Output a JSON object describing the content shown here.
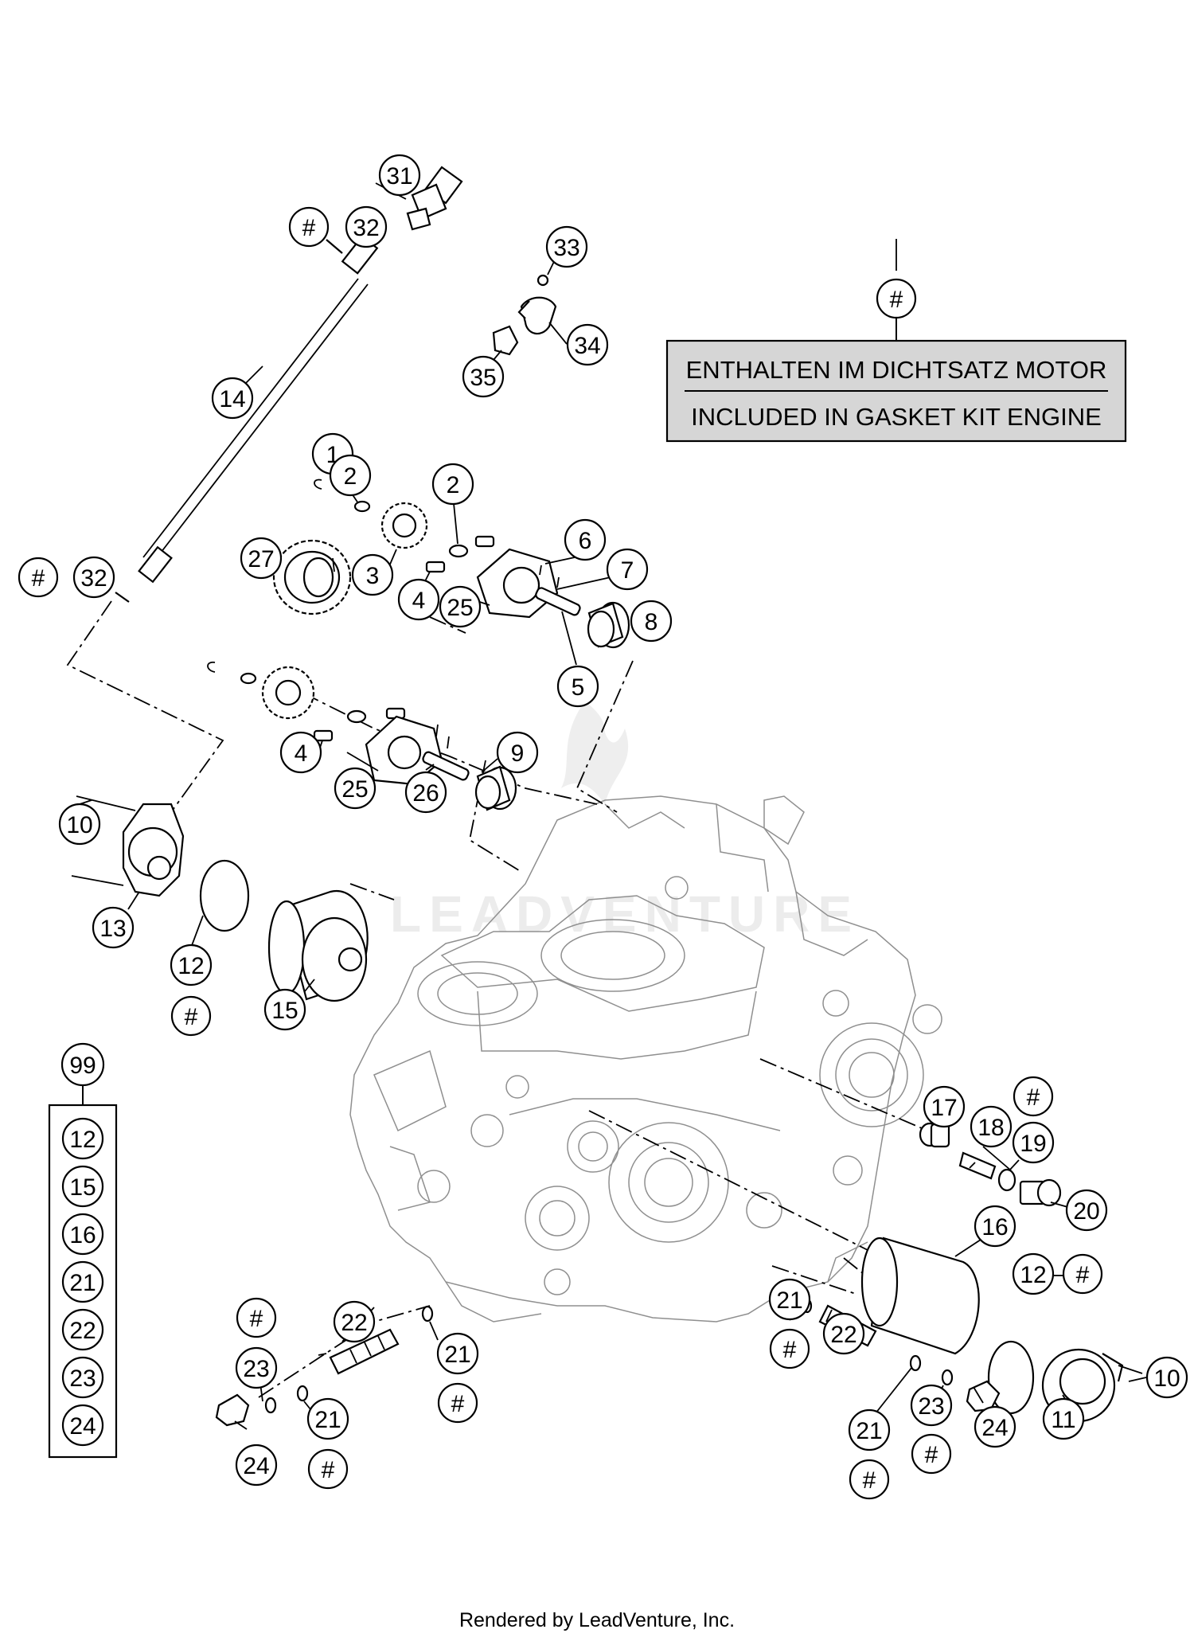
{
  "legend": {
    "marker": "#",
    "line1": "ENTHALTEN IM DICHTSATZ MOTOR",
    "line2": "INCLUDED IN GASKET KIT ENGINE"
  },
  "kit": {
    "label": "99",
    "items": [
      "12",
      "15",
      "16",
      "21",
      "22",
      "23",
      "24"
    ]
  },
  "callouts": {
    "c1": "1",
    "c2a": "2",
    "c2b": "2",
    "c3": "3",
    "c4a": "4",
    "c4b": "4",
    "c5": "5",
    "c6": "6",
    "c7": "7",
    "c8": "8",
    "c9": "9",
    "c10a": "10",
    "c10b": "10",
    "c11": "11",
    "c12a": "12",
    "c12b": "12",
    "c13": "13",
    "c14": "14",
    "c15": "15",
    "c16": "16",
    "c17": "17",
    "c18": "18",
    "c19": "19",
    "c20": "20",
    "c21a": "21",
    "c21b": "21",
    "c21c": "21",
    "c21d": "21",
    "c22a": "22",
    "c22b": "22",
    "c23a": "23",
    "c23b": "23",
    "c24a": "24",
    "c24b": "24",
    "c25a": "25",
    "c25b": "25",
    "c26": "26",
    "c27": "27",
    "c31": "31",
    "c32a": "32",
    "c32b": "32",
    "c33": "33",
    "c34": "34",
    "c35": "35"
  },
  "hash": {
    "h32a": "#",
    "h32b": "#",
    "h12a": "#",
    "h12b": "#",
    "h19": "#",
    "h21a": "#",
    "h21b": "#",
    "h21c": "#",
    "h21d": "#",
    "h23a": "#",
    "h23b": "#"
  },
  "watermark": "LEADVENTURE",
  "footer": "Rendered by LeadVenture, Inc."
}
